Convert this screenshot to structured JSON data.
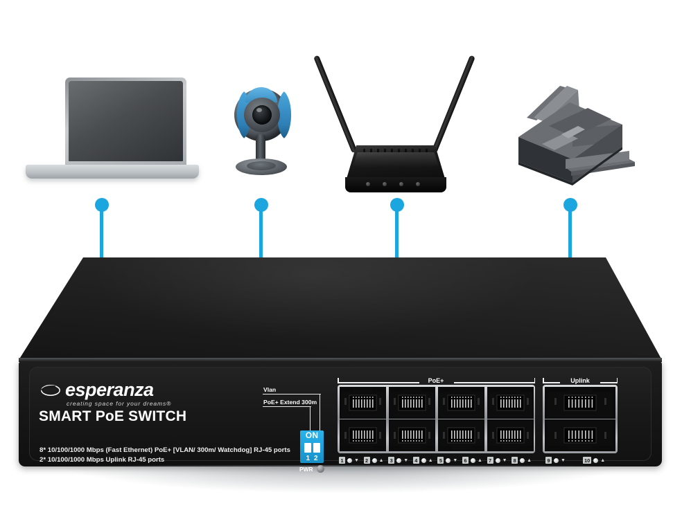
{
  "product": {
    "brand_word": "esperanza",
    "brand_tagline": "creating space for your dreams®",
    "model_name": "SMART PoE SWITCH",
    "spec_line_1": "8* 10/100/1000 Mbps (Fast Ethernet) PoE+ [VLAN/ 300m/ Watchdog] RJ-45 ports",
    "spec_line_2": "2* 10/100/1000 Mbps Uplink RJ-45 ports"
  },
  "controls": {
    "callout_vlan": "Vlan",
    "callout_poe_extend": "PoE+ Extend 300m",
    "dip_on_label": "ON",
    "dip_switch_1": "1",
    "dip_switch_2": "2",
    "power_label": "PWR"
  },
  "port_groups": [
    {
      "label": "PoE+",
      "name": "poe-group"
    },
    {
      "label": "Uplink",
      "name": "uplink-group"
    }
  ],
  "ports": [
    {
      "number": "1",
      "arrow": "▼"
    },
    {
      "number": "2",
      "arrow": "▲"
    },
    {
      "number": "3",
      "arrow": "▼"
    },
    {
      "number": "4",
      "arrow": "▲"
    },
    {
      "number": "5",
      "arrow": "▼"
    },
    {
      "number": "6",
      "arrow": "▲"
    },
    {
      "number": "7",
      "arrow": "▼"
    },
    {
      "number": "8",
      "arrow": "▲"
    },
    {
      "number": "9",
      "arrow": "▼"
    },
    {
      "number": "10",
      "arrow": "▲"
    }
  ],
  "connected_devices": [
    {
      "name": "laptop",
      "icon": "laptop-icon"
    },
    {
      "name": "webcam",
      "icon": "webcam-icon"
    },
    {
      "name": "router",
      "icon": "wireless-router-icon"
    },
    {
      "name": "printer",
      "icon": "printer-icon"
    }
  ],
  "colors": {
    "accent": "#1ba6e0",
    "chassis": "#1b1b1b",
    "panel_text": "#ffffff",
    "dip_block": "#1ea2dd",
    "port_frame": "#b6babd"
  }
}
